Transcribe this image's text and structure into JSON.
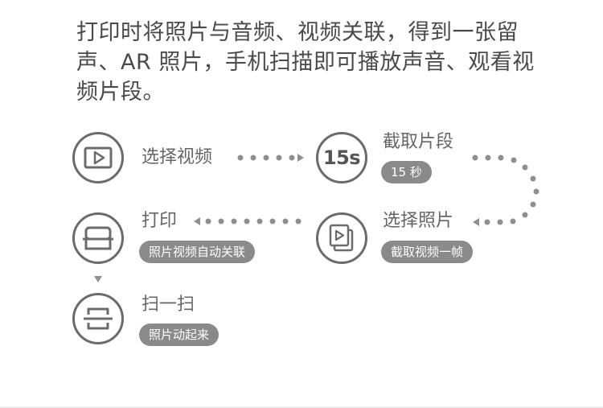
{
  "intro": "打印时将照片与音频、视频关联，得到一张留声、AR 照片，手机扫描即可播放声音、观看视频片段。",
  "steps": {
    "select_video": {
      "label": "选择视频"
    },
    "clip": {
      "icon_text": "15s",
      "label": "截取片段",
      "badge": "15 秒"
    },
    "select_photo": {
      "label": "选择照片",
      "badge": "截取视频一帧"
    },
    "print": {
      "label": "打印",
      "badge": "照片视频自动关联"
    },
    "scan": {
      "label": "扫一扫",
      "badge": "照片动起来"
    }
  },
  "icons": {
    "select_video": "video-play-icon",
    "select_photo": "photo-play-icon",
    "print": "printer-icon",
    "scan": "scan-icon"
  },
  "colors": {
    "icon_stroke": "#6b6b6b",
    "badge_bg": "#8a8a8a",
    "dots": "#8f8f8f"
  }
}
